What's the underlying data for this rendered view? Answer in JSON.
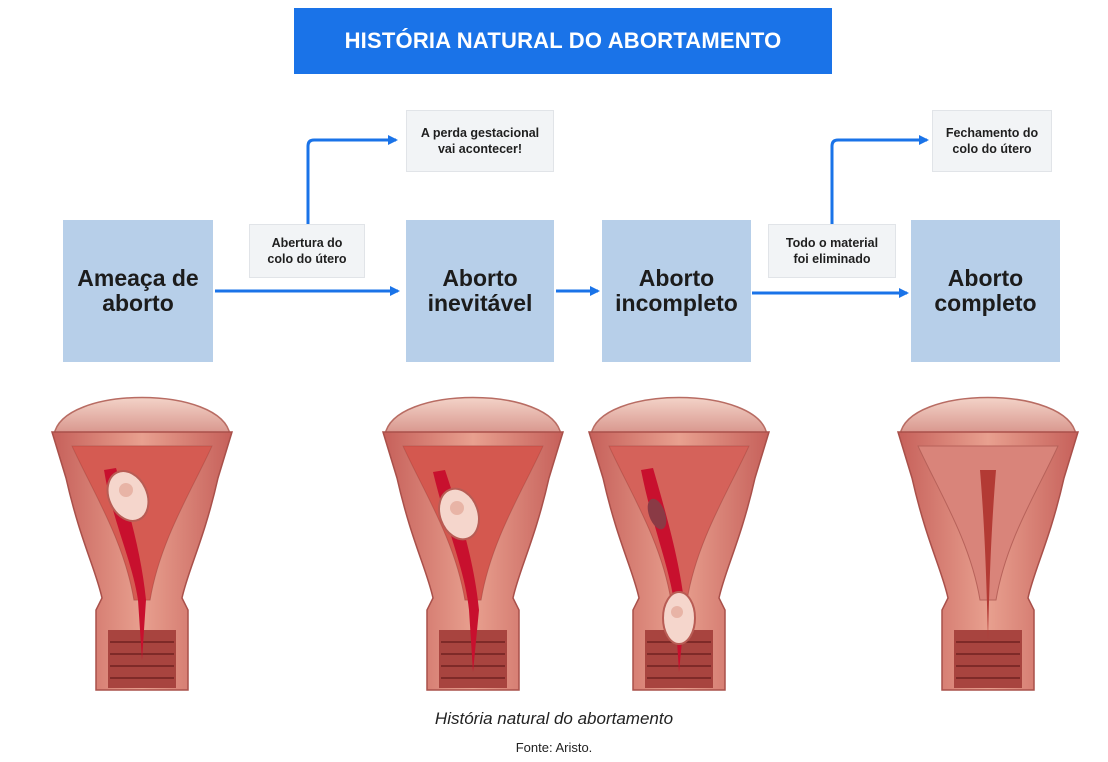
{
  "title": "HISTÓRIA NATURAL DO ABORTAMENTO",
  "stages": [
    {
      "label": "Ameaça de\naborto"
    },
    {
      "label": "Aborto\ninevitável"
    },
    {
      "label": "Aborto\nincompleto"
    },
    {
      "label": "Aborto\ncompleto"
    }
  ],
  "notes": {
    "opening": "Abertura do\ncolo do útero",
    "loss": "A perda gestacional\nvai acontecer!",
    "eliminated": "Todo o material\nfoi eliminado",
    "closing": "Fechamento do\ncolo do útero"
  },
  "colors": {
    "banner": "#1a73e8",
    "stage_box": "#b7cfe9",
    "arrow": "#1a73e8",
    "blood": "#c8102e"
  },
  "caption": "História natural do abortamento",
  "source": "Fonte: Aristo."
}
